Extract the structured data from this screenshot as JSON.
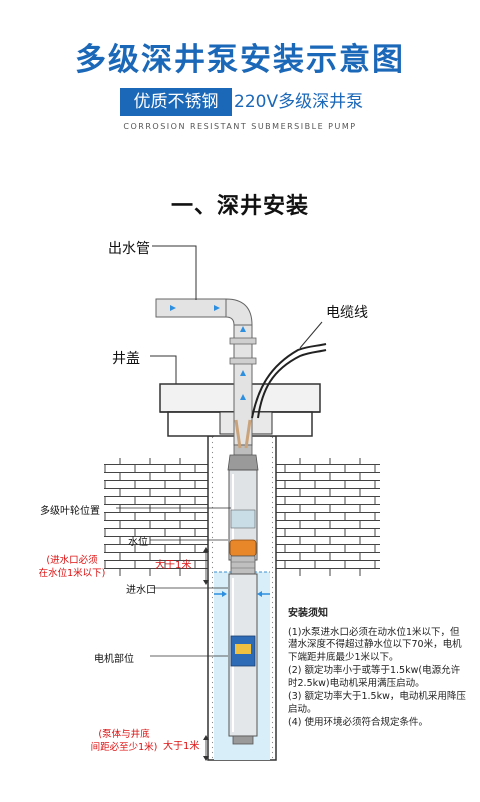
{
  "header": {
    "title": "多级深井泵安装示意图",
    "badge": "优质不锈钢",
    "subtitle": "220V多级深井泵",
    "english": "CORROSION RESISTANT SUBMERSIBLE PUMP"
  },
  "section_title": "一、深井安装",
  "labels": {
    "outlet_pipe": "出水管",
    "cable": "电缆线",
    "well_cover": "井盖",
    "impeller": "多级叶轮位置",
    "water_level": "水位",
    "inlet": "进水口",
    "motor": "电机部位",
    "gt1m_a": "大于1米",
    "gt1m_b": "大于1米"
  },
  "red_notes": {
    "inlet_note_1": "(进水口必须",
    "inlet_note_2": "在水位1米以下)",
    "bottom_note_1": "(泵体与井底",
    "bottom_note_2": "间距必至少1米)"
  },
  "install_notes": {
    "heading": "安装须知",
    "items": [
      "(1)水泵进水口必须在动水位1米以下，但潜水深度不得超过静水位以下70米，电机下端距井底最少1米以下。",
      "(2) 额定功率小于或等于1.5kw(电源允许时2.5kw)电动机采用满压启动。",
      "(3) 额定功率大于1.5kw，电动机采用降压启动。",
      "(4) 使用环境必须符合规定条件。"
    ]
  },
  "colors": {
    "brand_blue": "#1b67b8",
    "note_red": "#dd1111",
    "water": "#d8eef8",
    "brick_line": "#444444"
  }
}
